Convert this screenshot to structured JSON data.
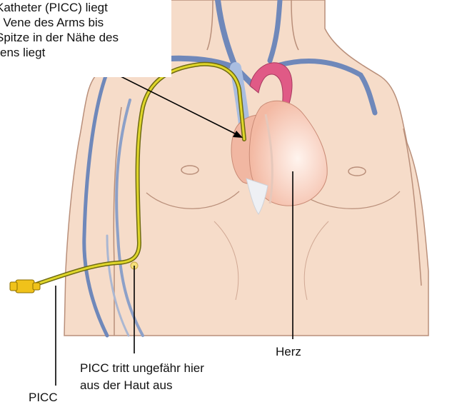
{
  "callout": {
    "lines": [
      "Katheter (PICC) liegt",
      "r Vene des Arms bis",
      "Spitze in der Nähe des",
      "ens liegt"
    ]
  },
  "labels": {
    "heart": "Herz",
    "exit_line1": "PICC tritt ungefähr hier",
    "exit_line2": "aus der Haut aus",
    "picc": "PICC"
  },
  "colors": {
    "skin": "#f6dcc9",
    "skin_outline": "#b98f7a",
    "vein": "#6f88ba",
    "vein_light": "#a9bde0",
    "catheter": "#e0d72a",
    "catheter_outline": "#6e6a12",
    "heart_right": "#f1b7a2",
    "heart_left": "#f7cdbc",
    "aorta": "#e05a86",
    "pointer": "#000000"
  }
}
